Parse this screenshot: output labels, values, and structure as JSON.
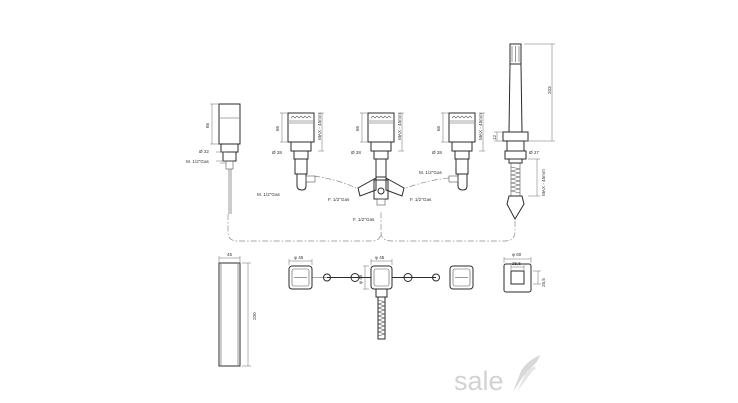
{
  "labels": {
    "spout_height": "65",
    "spout_diameter": "Ø 22",
    "spout_thread": "M. 1/2\"Gas",
    "handle_left_height": "65",
    "handle_left_max": "MAX - 45mm",
    "handle_left_diameter": "Ø 28",
    "handle_left_thread": "M. 1/2\"Gas",
    "diverter_height": "65",
    "diverter_max": "MAX - 45mm",
    "diverter_diameter": "Ø 28",
    "diverter_f_left": "F. 1/2\"Gas",
    "diverter_f_right": "F. 1/2\"Gas",
    "diverter_f_bottom": "F. 1/2\"Gas",
    "handle_right_height": "65",
    "handle_right_max": "MAX - 45mm",
    "handle_right_diameter": "Ø 28",
    "handle_right_thread": "M. 1/2\"Gas",
    "shower_length": "203",
    "shower_holder_height": "12",
    "shower_diameter": "Ø 27",
    "shower_max": "MAX - 45mm",
    "top_spout_width": "45",
    "top_spout_length": "200",
    "top_diverter_width": "φ 45",
    "top_diverter_side": "φ 45",
    "top_shower_outer": "φ 60",
    "top_shower_inner": "25,5",
    "top_shower_side": "25,5"
  },
  "logo": {
    "text": "sale"
  }
}
